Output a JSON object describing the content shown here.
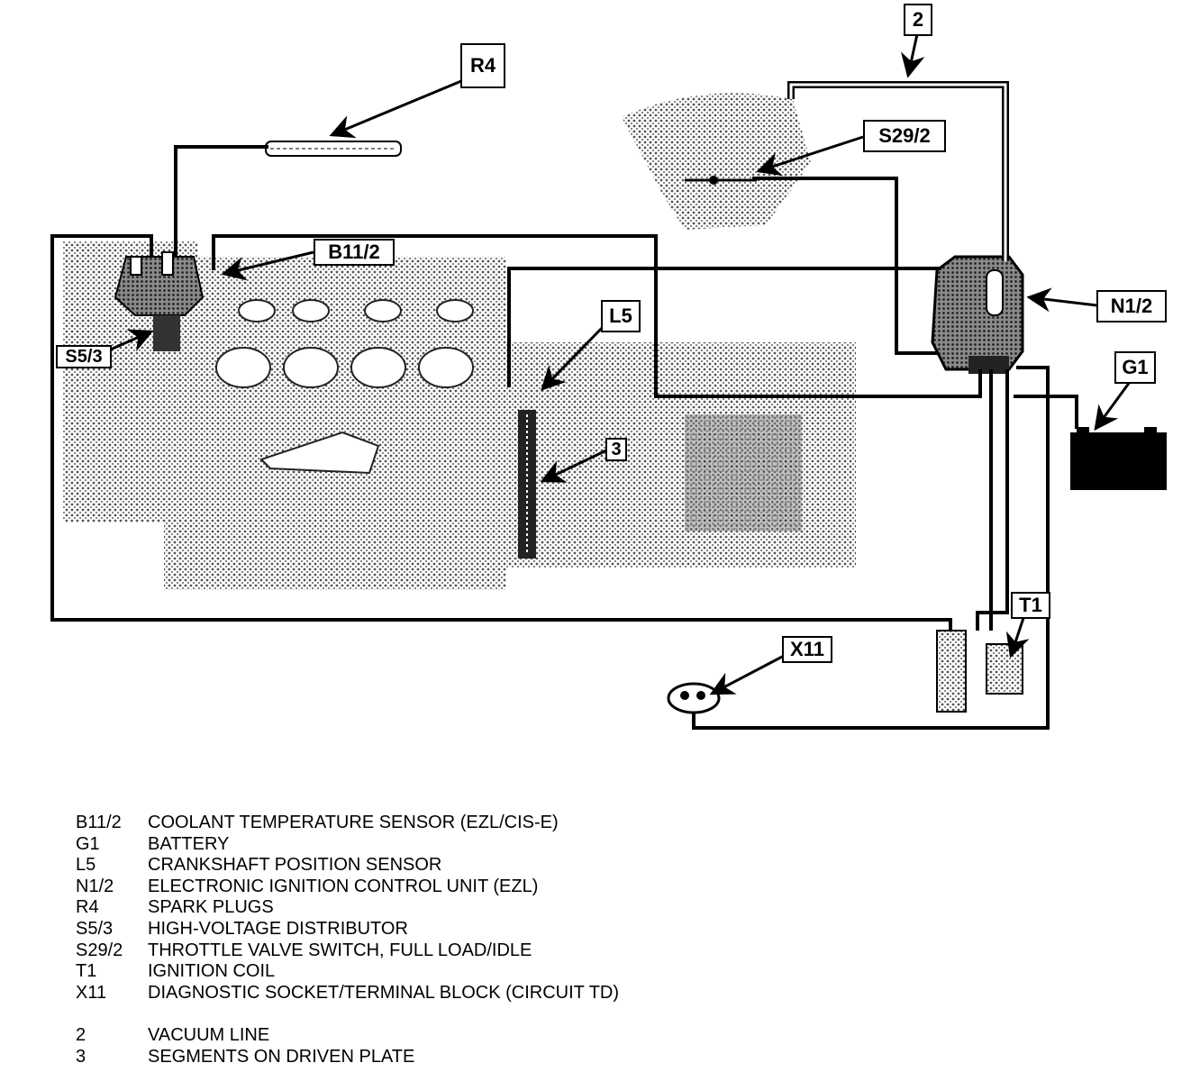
{
  "callouts": {
    "vacuum": "2",
    "r4": "R4",
    "s29_2": "S29/2",
    "b11_2": "B11/2",
    "l5": "L5",
    "n1_2": "N1/2",
    "g1": "G1",
    "s5_3": "S5/3",
    "seg3": "3",
    "t1": "T1",
    "x11": "X11"
  },
  "legend": [
    {
      "code": "B11/2",
      "desc": "COOLANT TEMPERATURE SENSOR (EZL/CIS-E)"
    },
    {
      "code": "G1",
      "desc": "BATTERY"
    },
    {
      "code": "L5",
      "desc": "CRANKSHAFT POSITION SENSOR"
    },
    {
      "code": "N1/2",
      "desc": "ELECTRONIC IGNITION CONTROL UNIT (EZL)"
    },
    {
      "code": "R4",
      "desc": "SPARK PLUGS"
    },
    {
      "code": "S5/3",
      "desc": "HIGH-VOLTAGE DISTRIBUTOR"
    },
    {
      "code": "S29/2",
      "desc": "THROTTLE VALVE SWITCH, FULL LOAD/IDLE"
    },
    {
      "code": "T1",
      "desc": "IGNITION COIL"
    },
    {
      "code": "X11",
      "desc": "DIAGNOSTIC SOCKET/TERMINAL BLOCK  (CIRCUIT TD)"
    },
    {
      "code": "2",
      "desc": "VACUUM LINE"
    },
    {
      "code": "3",
      "desc": "SEGMENTS ON DRIVEN PLATE"
    }
  ]
}
